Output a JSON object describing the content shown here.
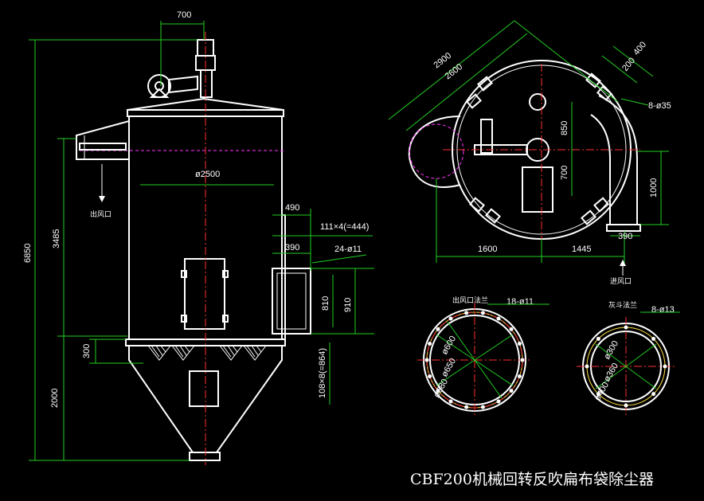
{
  "caption": "CBF200机械回转反吹扁布袋除尘器",
  "front_view": {
    "dims": {
      "top_width": "700",
      "body_diameter": "ø2500",
      "total_height": "6850",
      "upper_height": "3485",
      "lower_height": "2000",
      "flange_height": "300",
      "side_490": "490",
      "side_390": "390",
      "flange_bolts_top": "111×4(=444)",
      "holes_24": "24-ø11",
      "height_810": "810",
      "height_910": "910",
      "flange_bolts_side": "108×8(=864)"
    },
    "labels": {
      "outlet": "出风口"
    }
  },
  "plan_view": {
    "dims": {
      "d2900": "2900",
      "d2600": "2600",
      "d400": "400",
      "d200": "200",
      "holes_8_35": "8-ø35",
      "d850": "850",
      "d700": "700",
      "d1000": "1000",
      "d1600": "1600",
      "d1445": "1445",
      "d390": "390"
    },
    "labels": {
      "inlet": "进风口"
    }
  },
  "flange_outlet": {
    "title": "出风口法兰",
    "holes": "18-ø11",
    "d600": "ø600",
    "d650": "ø650",
    "d680": "ø680"
  },
  "flange_hopper": {
    "title": "灰斗法兰",
    "holes": "8-ø13",
    "d300": "ø300",
    "d360": "ø360",
    "d400": "ø400"
  }
}
